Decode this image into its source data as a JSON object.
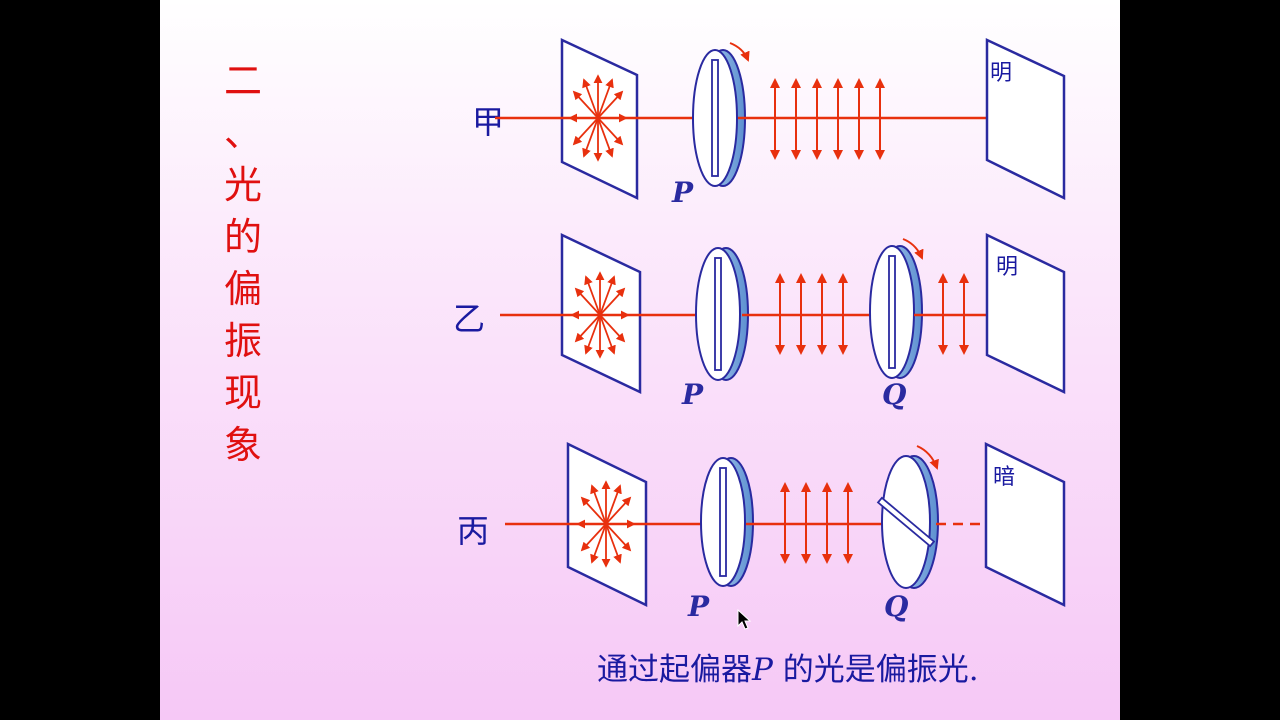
{
  "title": [
    "二",
    "、",
    "光",
    "的",
    "偏",
    "振",
    "现",
    "象"
  ],
  "rows": [
    {
      "label": "甲",
      "screen": "明",
      "polarizers": [
        "P"
      ]
    },
    {
      "label": "乙",
      "screen": "明",
      "polarizers": [
        "P",
        "Q"
      ]
    },
    {
      "label": "丙",
      "screen": "暗",
      "polarizers": [
        "P",
        "Q"
      ]
    }
  ],
  "caption": {
    "before": "通过起偏器",
    "symbol": "P",
    "after": " 的光是偏振光."
  },
  "colors": {
    "ray": "#e8300e",
    "outline": "#2a2aa0",
    "text": "#1a1aa0",
    "title": "#e01010"
  }
}
